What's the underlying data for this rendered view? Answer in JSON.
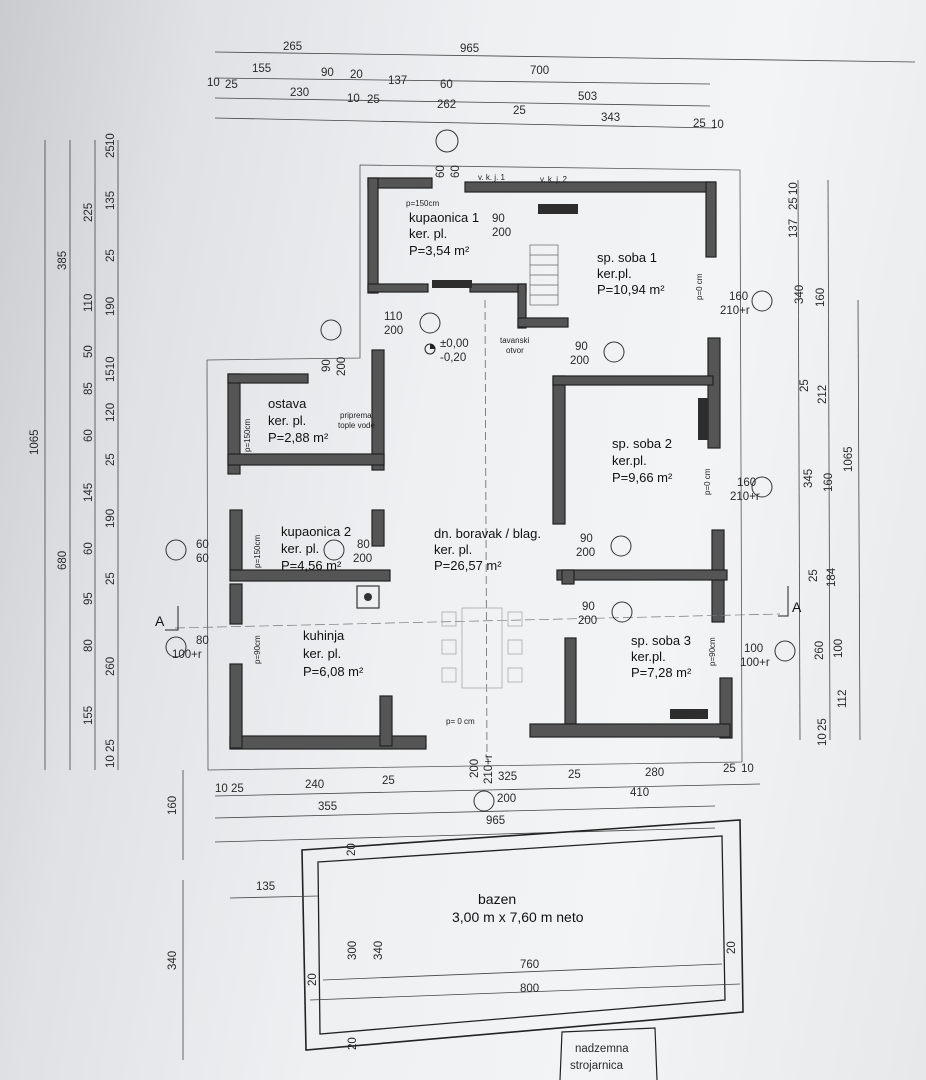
{
  "top_dims": {
    "row1": [
      "265",
      "965"
    ],
    "row2": [
      "155",
      "90",
      "20",
      "137",
      "60",
      "700"
    ],
    "row3": [
      "10",
      "25",
      "230",
      "10",
      "25",
      "262",
      "503"
    ],
    "row4": [
      "25",
      "343",
      "25",
      "10"
    ]
  },
  "left_dims": {
    "overall": "1065",
    "mid": [
      "385",
      "680",
      "160",
      "340"
    ],
    "fine": [
      "25",
      "10",
      "225",
      "135",
      "25",
      "110",
      "190",
      "50",
      "1510",
      "85",
      "60",
      "120",
      "25",
      "145",
      "190",
      "60",
      "95",
      "25",
      "80",
      "260",
      "155",
      "10",
      "25"
    ]
  },
  "right_dims": [
    "25",
    "10",
    "137",
    "340",
    "160",
    "25",
    "212",
    "345",
    "160",
    "1065",
    "25",
    "184",
    "260",
    "100",
    "112",
    "10",
    "25"
  ],
  "bottom_dims": {
    "row1": [
      "10",
      "25",
      "240",
      "25",
      "325",
      "25",
      "280",
      "25",
      "10"
    ],
    "row2": [
      "355",
      "200",
      "410"
    ],
    "row3": "965"
  },
  "rooms": {
    "kupaonica1": {
      "name": "kupaonica 1",
      "floor": "ker. pl.",
      "area": "P=3,54 m²"
    },
    "soba1": {
      "name": "sp. soba 1",
      "floor": "ker.pl.",
      "area": "P=10,94 m²"
    },
    "ostava": {
      "name": "ostava",
      "floor": "ker. pl.",
      "area": "P=2,88 m²",
      "note1": "priprema",
      "note2": "tople vode"
    },
    "soba2": {
      "name": "sp. soba 2",
      "floor": "ker.pl.",
      "area": "P=9,66 m²"
    },
    "kupaonica2": {
      "name": "kupaonica 2",
      "floor": "ker. pl.",
      "area": "P=4,56 m²"
    },
    "boravak": {
      "name": "dn. boravak / blag.",
      "floor": "ker. pl.",
      "area": "P=26,57 m²"
    },
    "kuhinja": {
      "name": "kuhinja",
      "floor": "ker. pl.",
      "area": "P=6,08 m²"
    },
    "soba3": {
      "name": "sp. soba 3",
      "floor": "ker.pl.",
      "area": "P=7,28 m²"
    }
  },
  "openings": {
    "o1": [
      "90",
      "200"
    ],
    "o2": [
      "110",
      "200"
    ],
    "o3": [
      "90",
      "200"
    ],
    "o4": [
      "90",
      "200"
    ],
    "o5": [
      "90",
      "200"
    ],
    "o6": [
      "90",
      "200"
    ],
    "o7": [
      "80",
      "200"
    ],
    "w_left1": [
      "60",
      "60"
    ],
    "w_left2": [
      "80",
      "100+r"
    ],
    "w_right1": [
      "160",
      "210+r"
    ],
    "w_right2": [
      "160",
      "210+r"
    ],
    "w_right3": [
      "100",
      "100+r"
    ],
    "w_top": [
      "60",
      "60"
    ],
    "w_bottom": [
      "200",
      "210+r"
    ]
  },
  "parapets": [
    "p=150cm",
    "p=150cm",
    "p=150cm",
    "p=90cm",
    "p=0 cm",
    "p=0 cm",
    "p=90cm",
    "p= 0 cm"
  ],
  "level": {
    "zero": "±0,00",
    "minus": "-0,20"
  },
  "tavanski": {
    "line1": "tavanski",
    "line2": "otvor"
  },
  "vkj": [
    "v. k. j. 1",
    "v. k. j. 2"
  ],
  "section": "A",
  "pool": {
    "name": "bazen",
    "size": "3,00 m x 7,60 m neto",
    "dim_inner": "760",
    "dim_outer": "800",
    "h1": "300",
    "h2": "340",
    "dim_left": "135",
    "dim_side": "340",
    "dim_gap": "160",
    "edge": [
      "20",
      "20",
      "20",
      "20"
    ]
  },
  "machine_room": {
    "line1": "nadzemna",
    "line2": "strojarnica"
  },
  "colors": {
    "wall": "#2b2b2b",
    "wall_fill": "#5a5a5a",
    "line": "#333333",
    "paper": "#f1f2f3"
  }
}
